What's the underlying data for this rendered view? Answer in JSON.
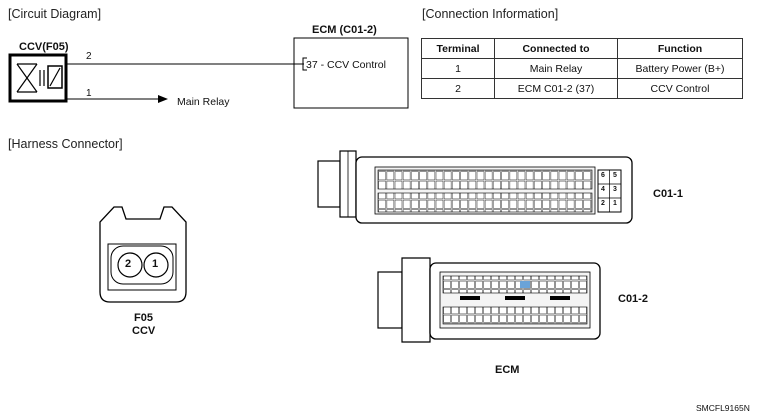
{
  "sections": {
    "circuit": "[Circuit Diagram]",
    "connection": "[Connection Information]",
    "harness": "[Harness Connector]"
  },
  "circuit": {
    "component": "CCV(F05)",
    "pin2": "2",
    "pin1": "1",
    "pin1_dest": "Main Relay",
    "ecm_title": "ECM (C01-2)",
    "ecm_pin_label": "37 - CCV Control"
  },
  "connection_table": {
    "headers": [
      "Terminal",
      "Connected to",
      "Function"
    ],
    "rows": [
      [
        "1",
        "Main Relay",
        "Battery Power (B+)"
      ],
      [
        "2",
        "ECM C01-2 (37)",
        "CCV Control"
      ]
    ]
  },
  "harness": {
    "ccv_pins": [
      "2",
      "1"
    ],
    "ccv_code": "F05",
    "ccv_name": "CCV",
    "c01_1_label": "C01-1",
    "c01_1_small_pins": [
      "6",
      "5",
      "4",
      "3",
      "2",
      "1"
    ],
    "c01_2_label": "C01-2",
    "ecm_label": "ECM"
  },
  "figure_code": "SMCFL9165N"
}
